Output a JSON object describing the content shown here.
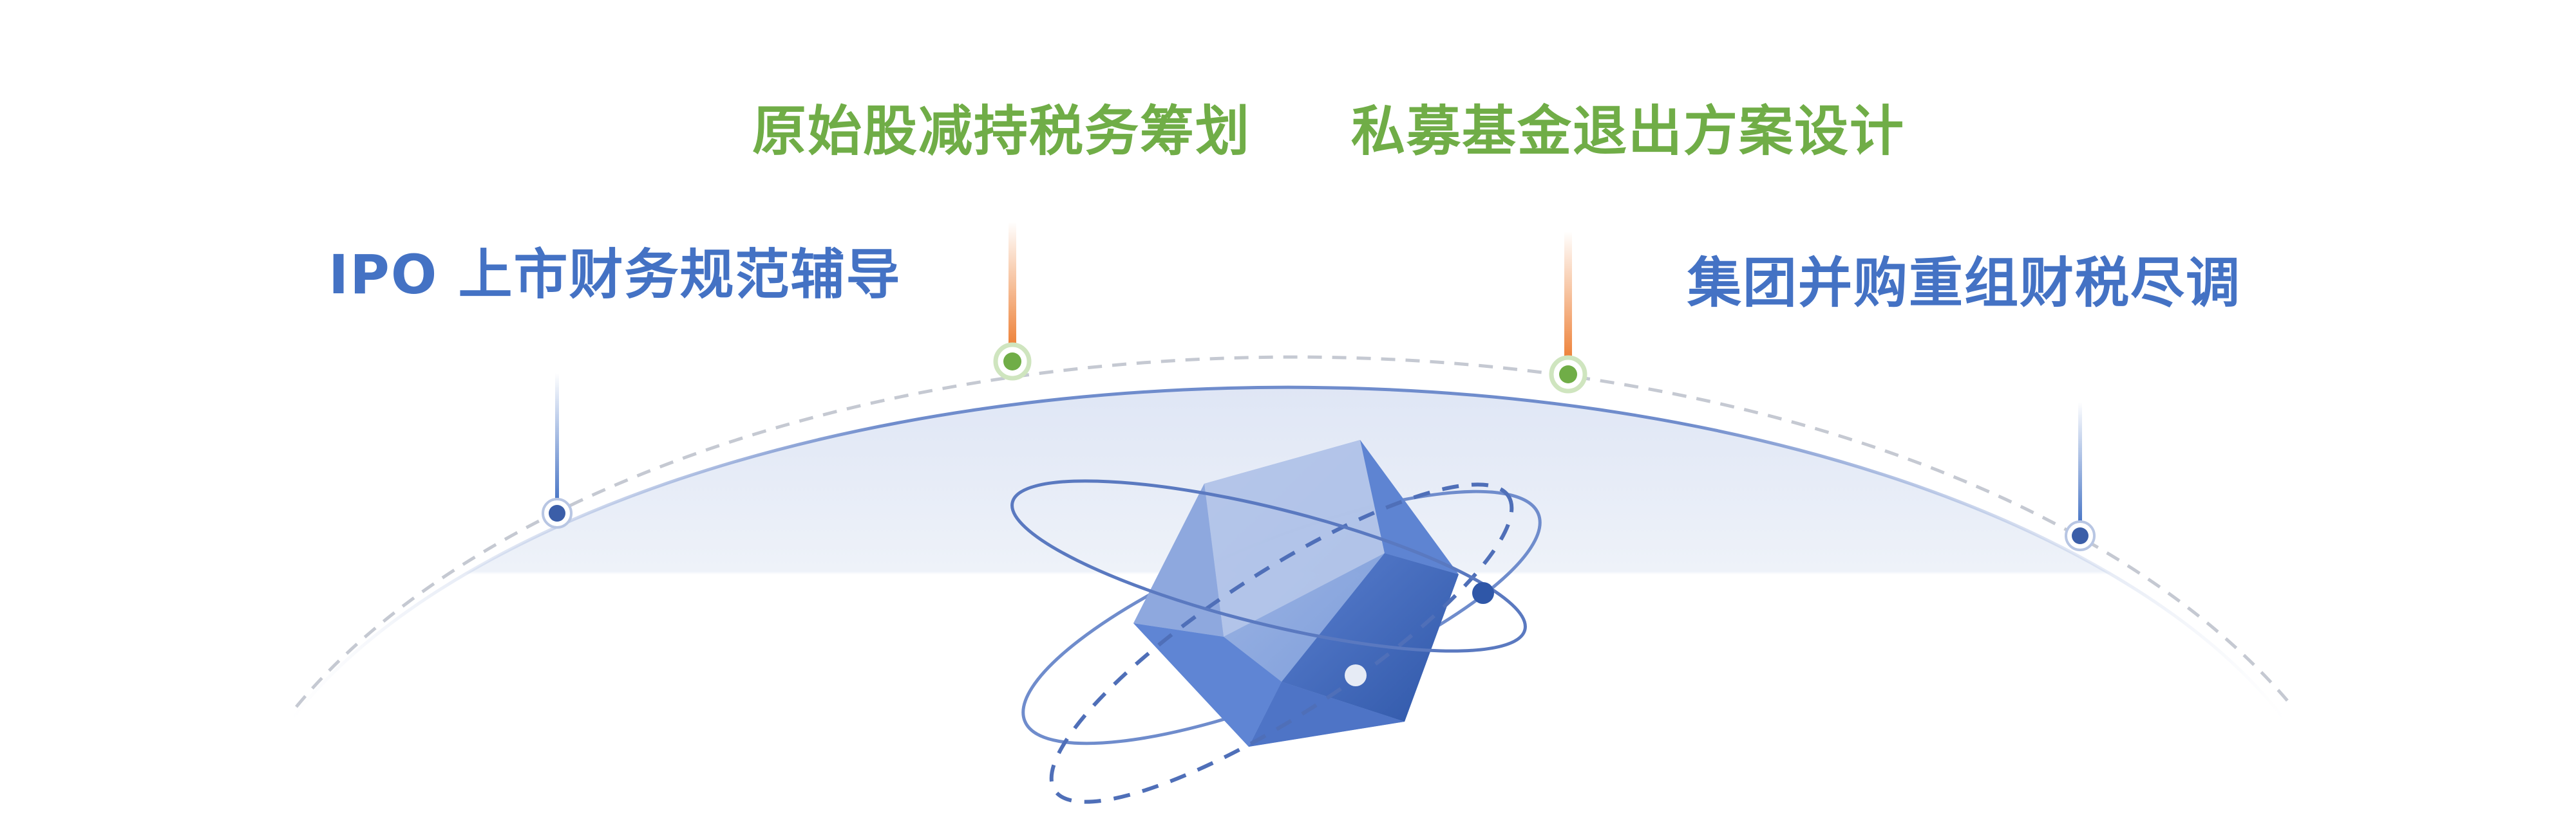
{
  "labels": {
    "ipo": "IPO 上市财务规范辅导",
    "original_shares": "原始股减持税务筹划",
    "private_equity": "私募基金退出方案设计",
    "group_mna": "集团并购重组财税尽调"
  },
  "colors": {
    "blue_text": "#4472c4",
    "green_text": "#70ad47",
    "orange_line": "#ed7d31",
    "green_dot": "#70ad47",
    "blue_dot": "#3b5ea8"
  },
  "icons": {
    "center": "crystal-polyhedron-with-orbits-icon"
  }
}
